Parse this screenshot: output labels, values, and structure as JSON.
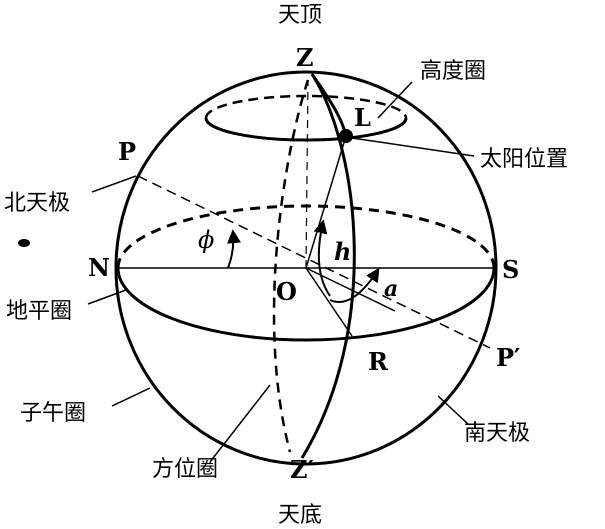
{
  "labels": {
    "zenith_cn": "天顶",
    "nadir_cn": "天底",
    "north_celestial_pole": "北天极",
    "south_celestial_pole": "南天极",
    "altitude_circle": "高度圈",
    "sun_position": "太阳位置",
    "horizon_circle": "地平圈",
    "meridian_circle": "子午圈",
    "azimuth_circle": "方位圈"
  },
  "points": {
    "Z": "Z",
    "Z_prime": "Z′",
    "P": "P",
    "P_prime": "P′",
    "N": "N",
    "S": "S",
    "O": "O",
    "L": "L",
    "R": "R"
  },
  "angles": {
    "phi": "ϕ",
    "h": "h",
    "a": "a"
  }
}
